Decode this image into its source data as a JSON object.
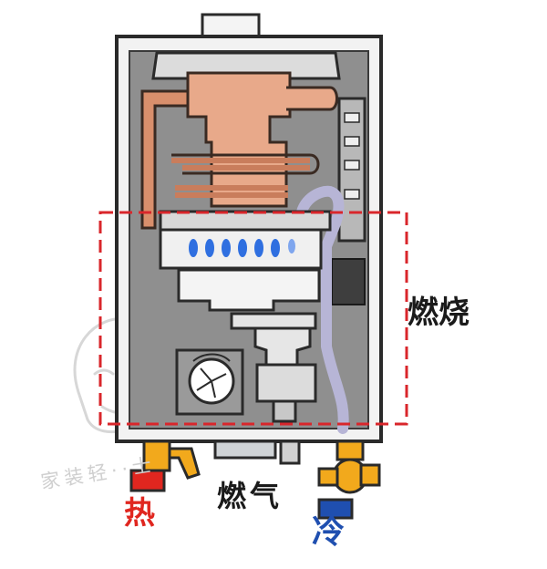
{
  "labels": {
    "combustion": "燃烧",
    "gas": "燃气",
    "hot": "热",
    "cold": "冷"
  },
  "watermark": {
    "text": "家装轻··士"
  },
  "colors": {
    "casing_outline": "#2a2a2a",
    "casing_fill": "#f2f2f2",
    "interior": "#8f8f8f",
    "copper": "#e8a98a",
    "copper_dark": "#c97d5c",
    "flame_blue": "#2f6fe0",
    "dashed_box": "#d9262b",
    "hot_color": "#e0261f",
    "cold_color": "#1f4fb0",
    "brass": "#f2a91c",
    "gas_pipe": "#bfc4c8"
  },
  "icons": [
    "fan-icon",
    "flame-icon",
    "watermark-face-icon"
  ]
}
